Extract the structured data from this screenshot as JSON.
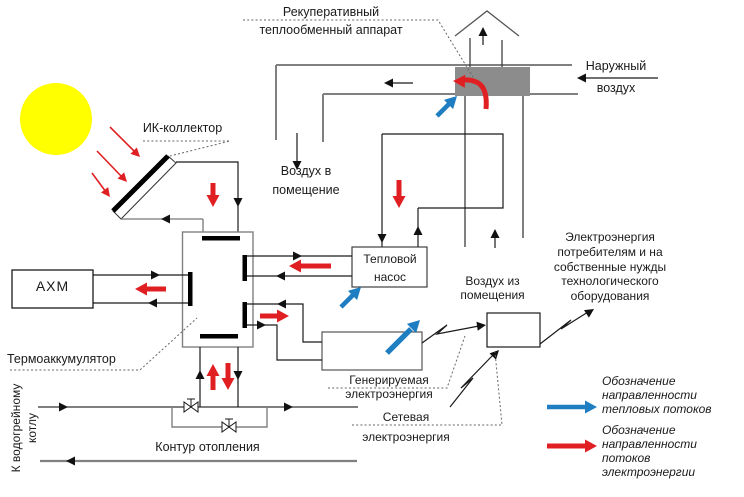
{
  "diagram": {
    "title_note": "Scheme of combined solar / heat-pump power supply system",
    "labels": {
      "recuperator": "Рекуперативный\nтеплообменный аппарат",
      "outside_air": "Наружный\nвоздух",
      "ik_collector": "ИК-коллектор",
      "air_to_room": "Воздух в\nпомещение",
      "air_from_room": "Воздух из\nпомещения",
      "heat_pump": "Тепловой\nнасос",
      "axm": "АХМ",
      "thermal_accumulator": "Термоаккумулятор",
      "to_boiler": "К водогрейному\nкотлу",
      "heating_loop": "Контур отопления",
      "electricity_consumers": "Электроэнергия\nпотребителям и на\nсобственные нужды\nтехнологического\nоборудования",
      "generated_electricity": "Генерируемая\nэлектроэнергия",
      "grid_electricity": "Сетевая\nэлектроэнергия"
    },
    "legend": {
      "heat_flows": "Обозначение\nнаправленности\nтепловых потоков",
      "electricity_flows": "Обозначение\nнаправленности\nпотоков\nэлектроэнергии"
    },
    "colors": {
      "heat_flow_blue": "#1f7ec2",
      "electricity_red": "#e01f23",
      "sun_yellow": "#ffff00",
      "recuperator_gray": "#8c8c8c",
      "duct_gray": "#808080"
    }
  }
}
